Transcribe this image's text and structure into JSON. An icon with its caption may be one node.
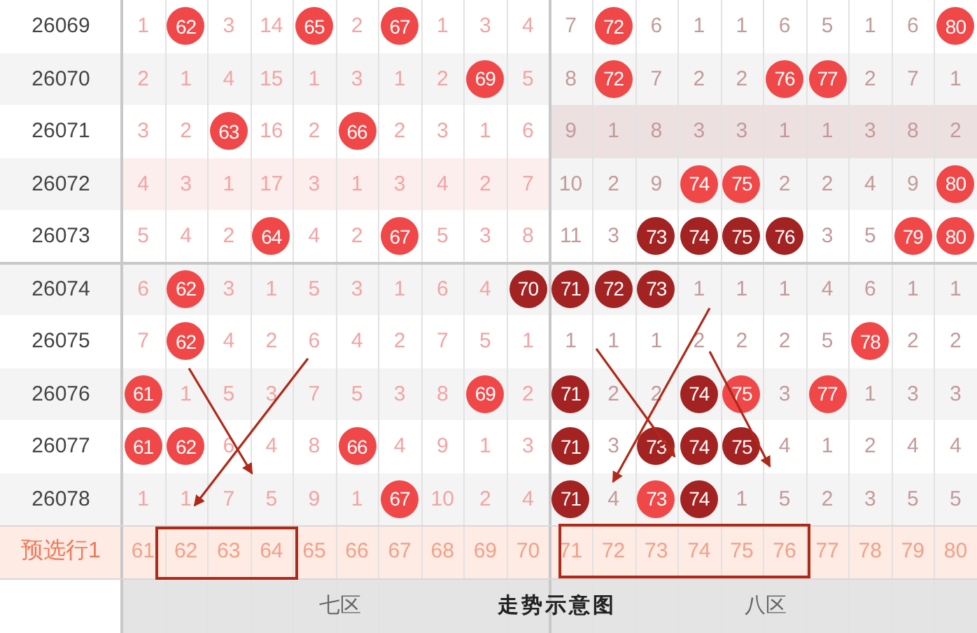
{
  "diagram": {
    "title": "走势示意图",
    "labels": [
      "26069",
      "1",
      "62",
      "3",
      "14",
      "65",
      "2",
      "67",
      "1",
      "3",
      "4",
      "7",
      "72",
      "6",
      "1",
      "1",
      "6",
      "5",
      "1",
      "6",
      "80",
      "26070",
      "2",
      "1",
      "4",
      "15",
      "1",
      "3",
      "1",
      "2",
      "69",
      "5",
      "8",
      "72",
      "7",
      "2",
      "2",
      "76",
      "77",
      "2",
      "7",
      "1",
      "26071",
      "3",
      "2",
      "63",
      "16",
      "2",
      "66",
      "2",
      "3",
      "1",
      "6",
      "9",
      "1",
      "8",
      "3",
      "3",
      "1",
      "1",
      "3",
      "8",
      "2",
      "26072",
      "4",
      "3",
      "1",
      "17",
      "3",
      "1",
      "3",
      "4",
      "2",
      "7",
      "10",
      "2",
      "9",
      "74",
      "75",
      "2",
      "2",
      "4",
      "9",
      "80",
      "26073",
      "5",
      "4",
      "2",
      "64",
      "4",
      "2",
      "67",
      "5",
      "3",
      "8",
      "11",
      "3",
      "73",
      "74",
      "75",
      "76",
      "3",
      "5",
      "79",
      "80",
      "26074",
      "6",
      "62",
      "3",
      "1",
      "5",
      "3",
      "1",
      "6",
      "4",
      "70",
      "71",
      "72",
      "73",
      "1",
      "1",
      "1",
      "4",
      "6",
      "1",
      "1",
      "26075",
      "7",
      "62",
      "4",
      "2",
      "6",
      "4",
      "2",
      "7",
      "5",
      "1",
      "1",
      "1",
      "1",
      "2",
      "2",
      "2",
      "5",
      "78",
      "2",
      "2",
      "26076",
      "61",
      "1",
      "5",
      "3",
      "7",
      "5",
      "3",
      "8",
      "69",
      "2",
      "71",
      "2",
      "2",
      "74",
      "75",
      "3",
      "77",
      "1",
      "3",
      "3",
      "26077",
      "61",
      "62",
      "6",
      "4",
      "8",
      "66",
      "4",
      "9",
      "1",
      "3",
      "71",
      "3",
      "73",
      "74",
      "75",
      "4",
      "1",
      "2",
      "4",
      "4",
      "26078",
      "1",
      "1",
      "7",
      "5",
      "9",
      "1",
      "67",
      "10",
      "2",
      "4",
      "71",
      "4",
      "73",
      "74",
      "1",
      "5",
      "2",
      "3",
      "5",
      "5",
      "预选行1",
      "61",
      "62",
      "63",
      "64",
      "65",
      "66",
      "67",
      "68",
      "69",
      "70",
      "71",
      "72",
      "73",
      "74",
      "75",
      "76",
      "77",
      "78",
      "79",
      "80",
      "七区",
      "八区"
    ]
  }
}
